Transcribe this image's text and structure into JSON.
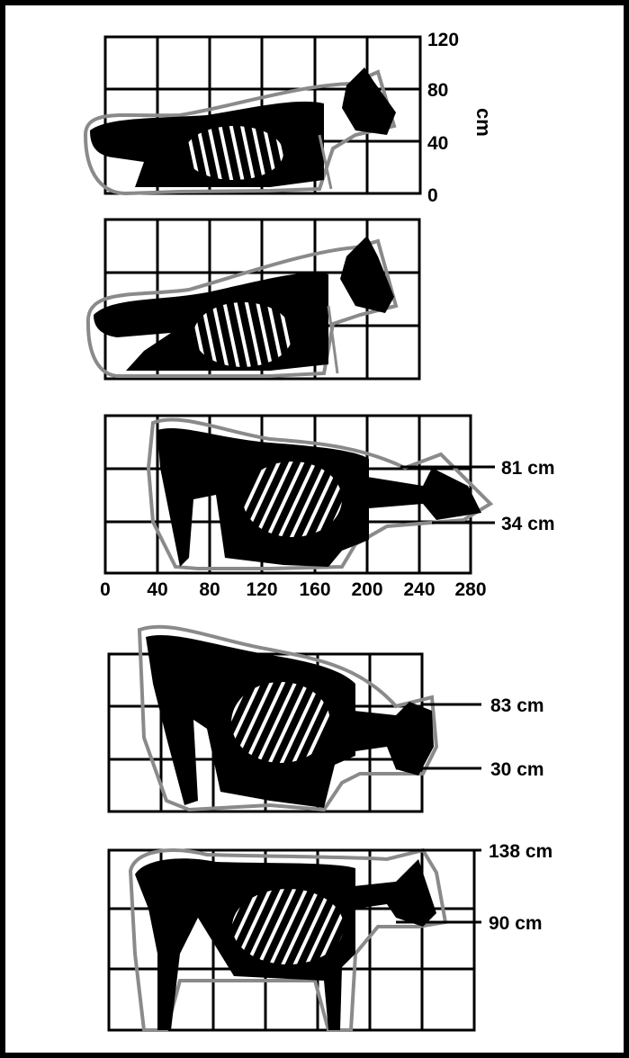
{
  "figure": {
    "panels": [
      {
        "id": "panel-1",
        "posture": "lying",
        "y_scale": {
          "ticks": [
            "120",
            "80",
            "40",
            "0"
          ],
          "unit": "cm"
        }
      },
      {
        "id": "panel-2",
        "posture": "lying-rising"
      },
      {
        "id": "panel-3",
        "posture": "rising-hindquarters",
        "height_markers": [
          "81 cm",
          "34 cm"
        ],
        "x_scale": {
          "ticks": [
            "0",
            "40",
            "80",
            "120",
            "160",
            "200",
            "240",
            "280"
          ]
        }
      },
      {
        "id": "panel-4",
        "posture": "rising-forequarters",
        "height_markers": [
          "83 cm",
          "30 cm"
        ]
      },
      {
        "id": "panel-5",
        "posture": "standing",
        "height_markers": [
          "138 cm",
          "90 cm"
        ]
      }
    ],
    "colors": {
      "ink": "#000000",
      "outline": "#8a8a8a",
      "rib": "#ffffff"
    }
  }
}
